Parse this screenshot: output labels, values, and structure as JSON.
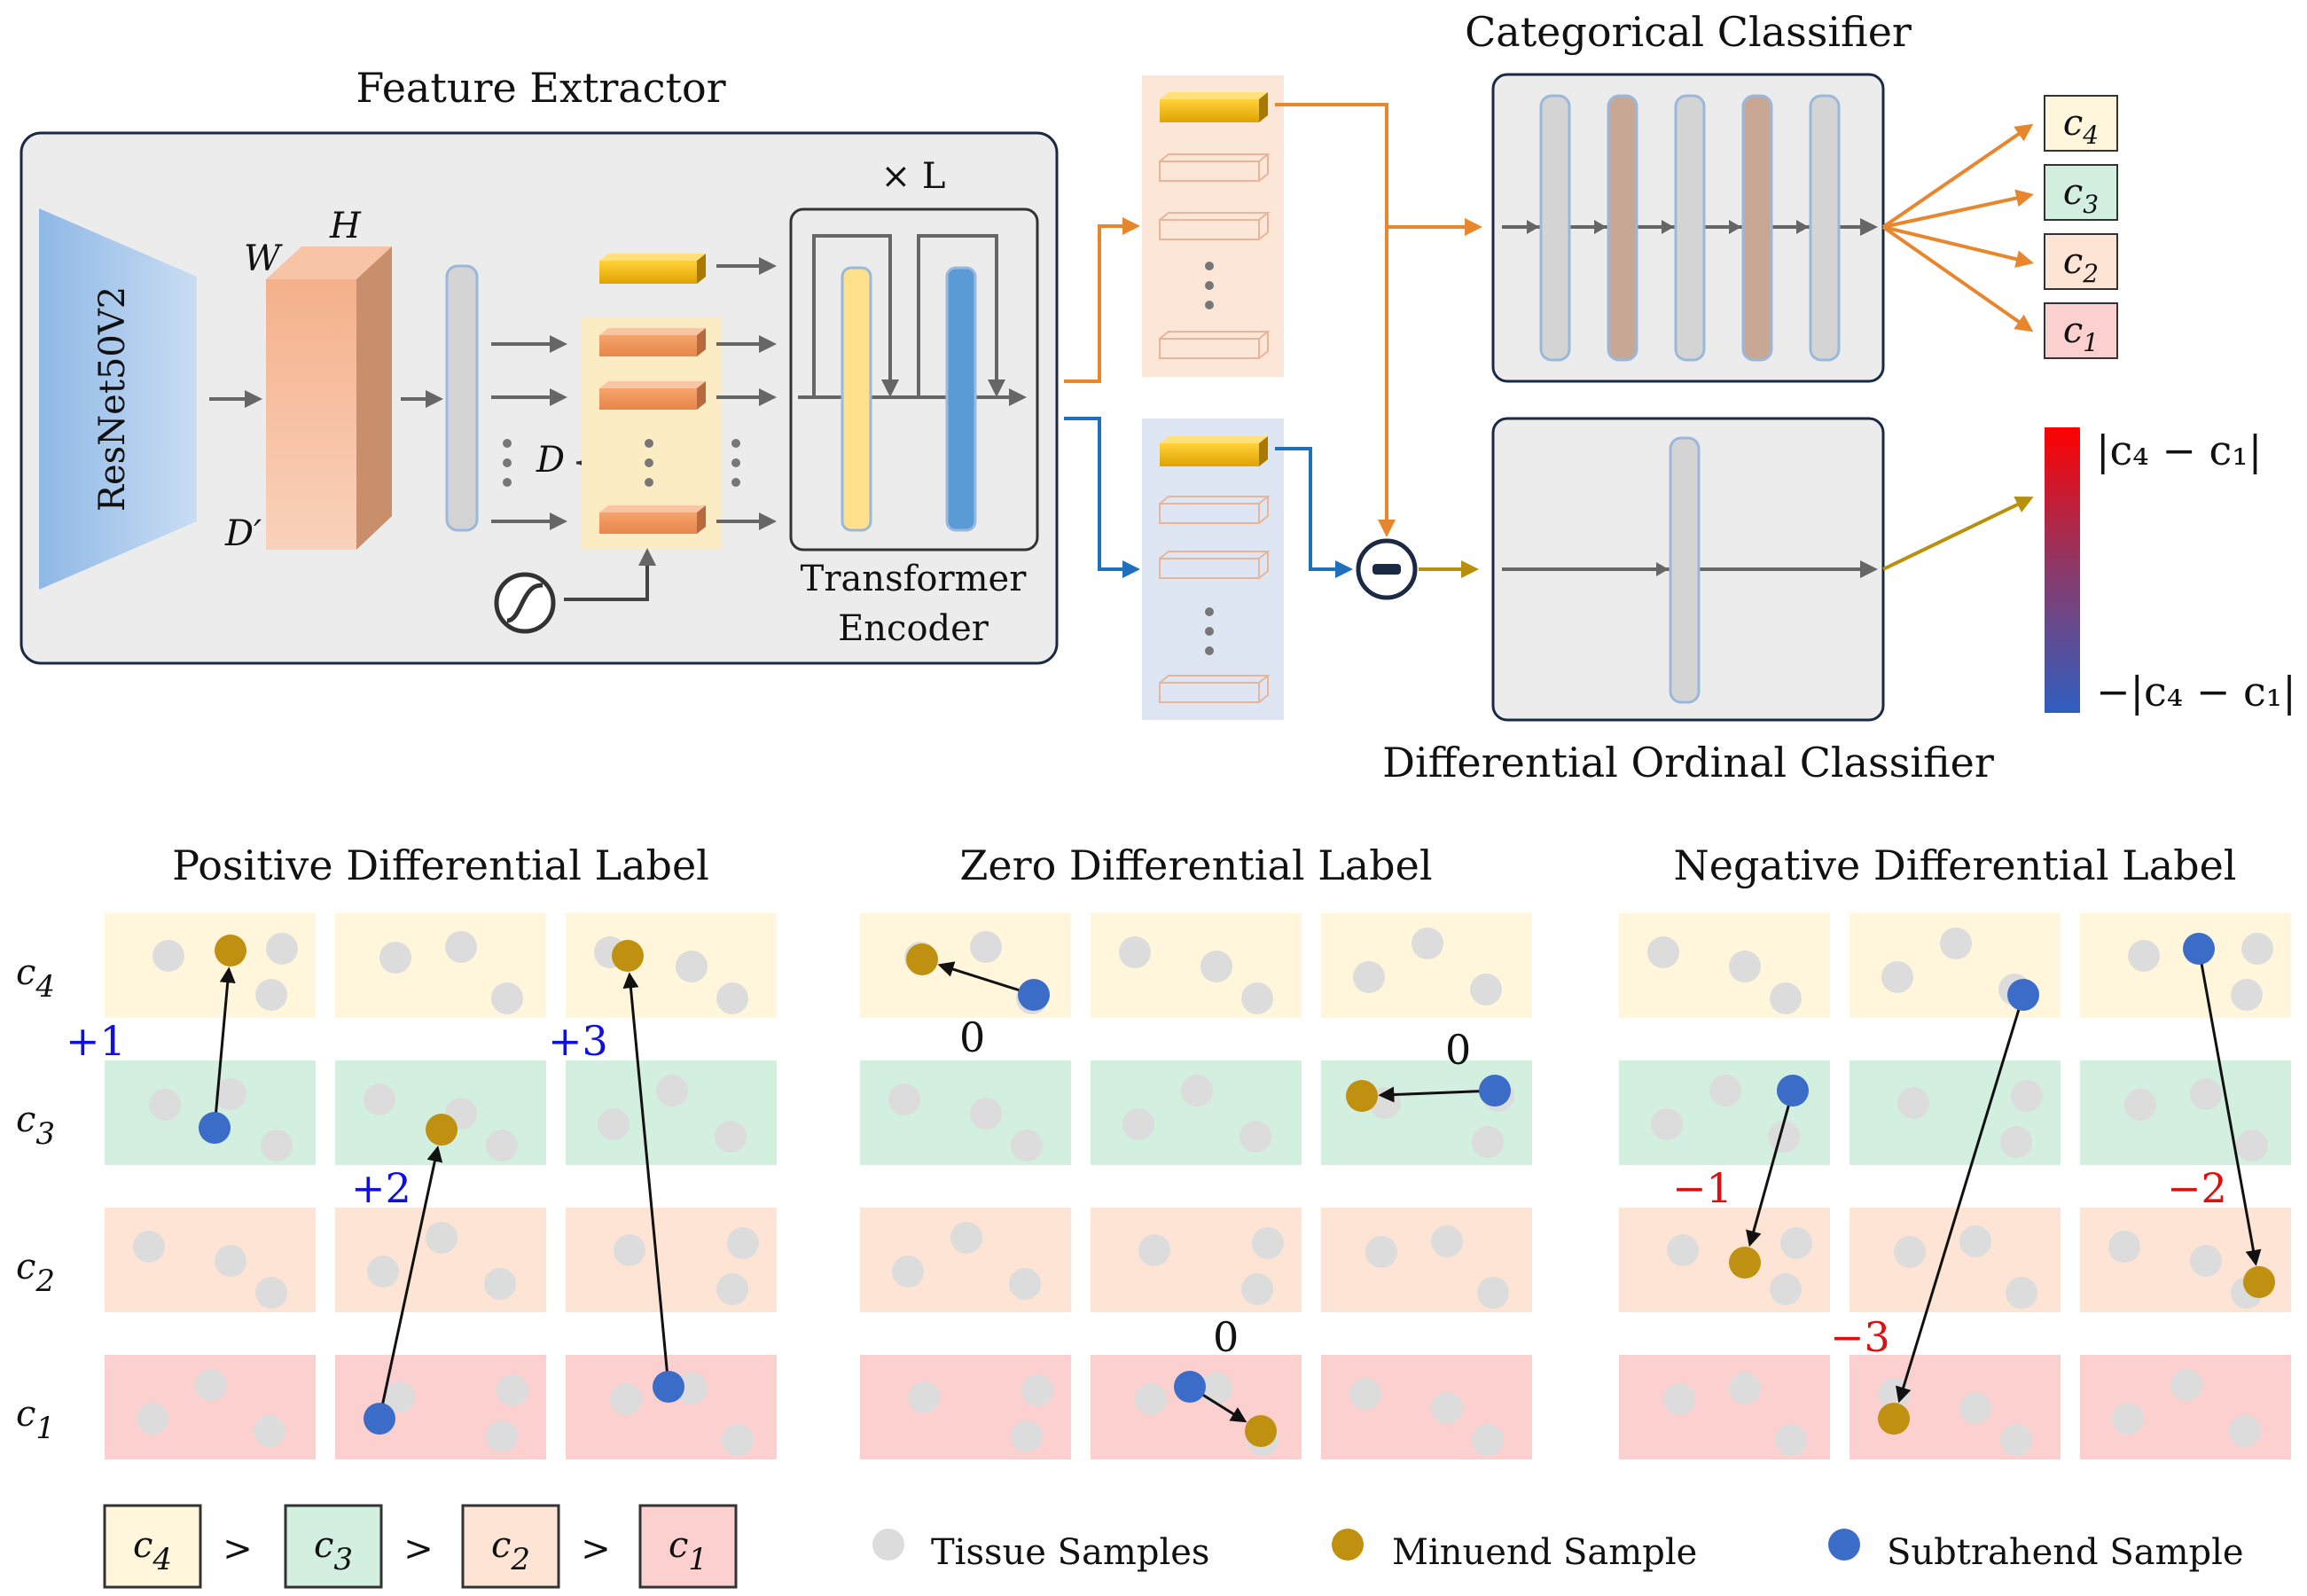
{
  "feature_extractor": {
    "title": "Feature Extractor",
    "backbone": "ResNet50V2",
    "dim_w": "W",
    "dim_h": "H",
    "dim_d_prime": "D′",
    "dim_d": "D",
    "repeat": "× L",
    "encoder_line1": "Transformer",
    "encoder_line2": "Encoder"
  },
  "categorical_classifier": {
    "title": "Categorical Classifier"
  },
  "ordinal_classifier": {
    "title": "Differential Ordinal Classifier"
  },
  "classes": [
    {
      "name": "c",
      "sub": "4",
      "color": "#fff6dc"
    },
    {
      "name": "c",
      "sub": "3",
      "color": "#d3efdf"
    },
    {
      "name": "c",
      "sub": "2",
      "color": "#fde4d4"
    },
    {
      "name": "c",
      "sub": "1",
      "color": "#fdd0d0"
    }
  ],
  "scale": {
    "top": "|c₄ − c₁|",
    "bottom": "−|c₄ − c₁|"
  },
  "panels": [
    {
      "title": "Positive Differential Label",
      "labels": [
        "+1",
        "+2",
        "+3"
      ]
    },
    {
      "title": "Zero Differential Label",
      "labels": [
        "0",
        "0",
        "0"
      ]
    },
    {
      "title": "Negative Differential Label",
      "labels": [
        "−1",
        "−3",
        "−2"
      ]
    }
  ],
  "order_symbol": ">",
  "legend": {
    "tissue": "Tissue Samples",
    "minuend": "Minuend Sample",
    "subtrahend": "Subtrahend Sample"
  },
  "colors": {
    "tissue": "#dcdcdc",
    "minuend": "#c09010",
    "subtrahend": "#3a6cc8",
    "arrow_orange": "#e8862e",
    "arrow_blue": "#1f6fbf",
    "arrow_gold": "#b8900c",
    "arrow_gray": "#666666"
  }
}
